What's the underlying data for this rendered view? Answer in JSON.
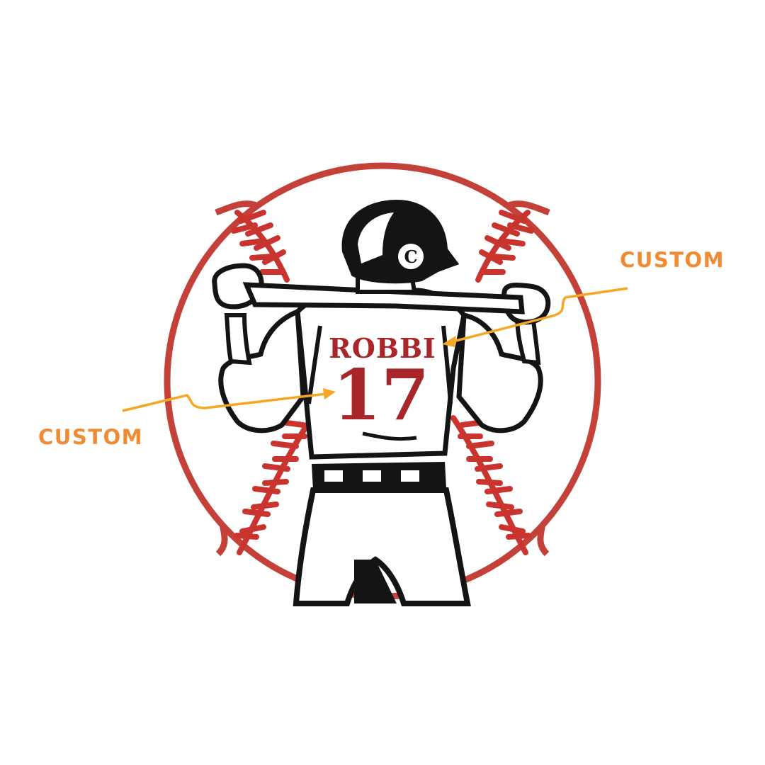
{
  "design": {
    "jersey_name": "ROBBI",
    "jersey_number": "17",
    "helmet_logo": "C"
  },
  "callouts": {
    "right_label": "CUSTOM",
    "left_label": "CUSTOM"
  },
  "colors": {
    "ball_red": "#c4413a",
    "stitch_red": "#c9342e",
    "ink": "#141414",
    "callout_orange": "#f08a33",
    "arrow_orange": "#f5a623",
    "jersey_text": "#a8262a"
  }
}
